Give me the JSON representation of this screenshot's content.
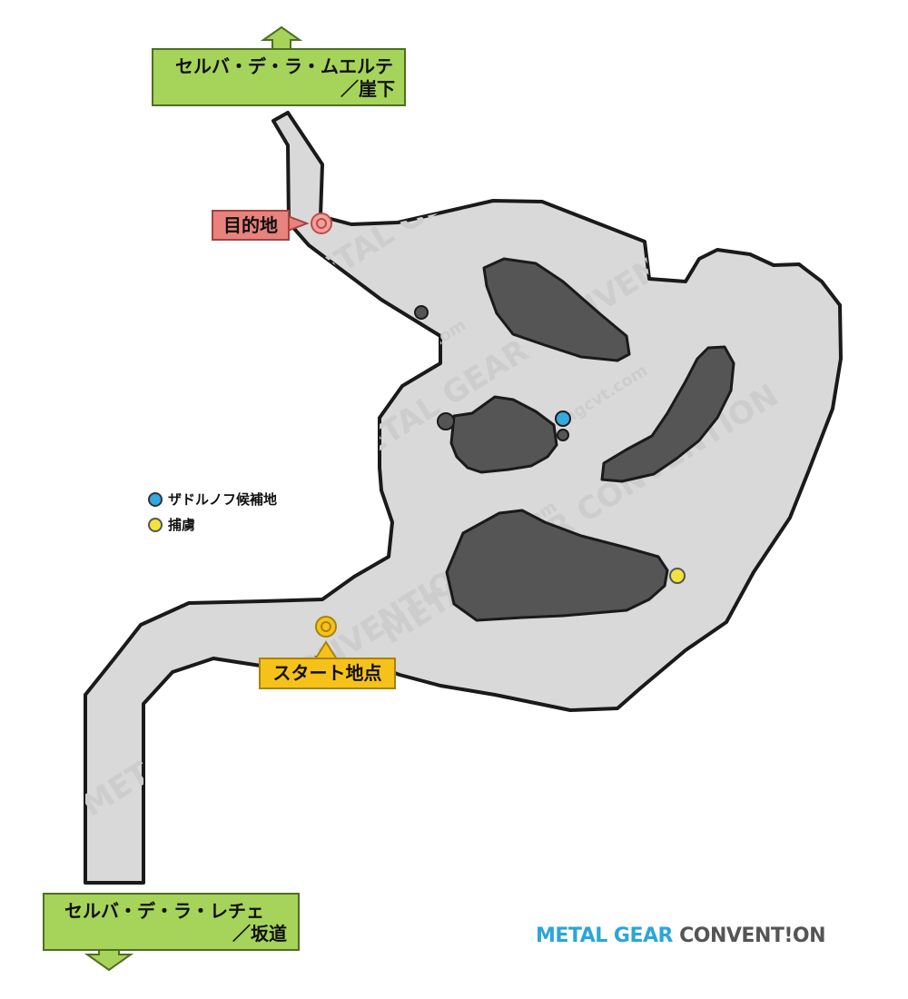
{
  "exits": {
    "north": {
      "line1": "セルバ・デ・ラ・ムエルテ",
      "line2": "／崖下"
    },
    "south": {
      "line1": "セルバ・デ・ラ・レチェ",
      "line2": "／坂道"
    }
  },
  "markers": {
    "destination": "目的地",
    "start": "スタート地点"
  },
  "legend": [
    {
      "label": "ザドルノフ候補地",
      "color": "#33a9e0"
    },
    {
      "label": "捕虜",
      "color": "#f2e33a"
    }
  ],
  "watermark": {
    "line1": "METAL GEAR CONVENTION",
    "line2": "mgcvt.com"
  },
  "brand": {
    "part1": "METAL GEAR ",
    "part2": "CONVENT!ON"
  },
  "colors": {
    "floor": "#d9d9d9",
    "obstacle": "#555555",
    "exit": "#a6d35a",
    "destination": "#e8827d",
    "start": "#f6c21a",
    "brand_blue": "#2aa6d8"
  }
}
